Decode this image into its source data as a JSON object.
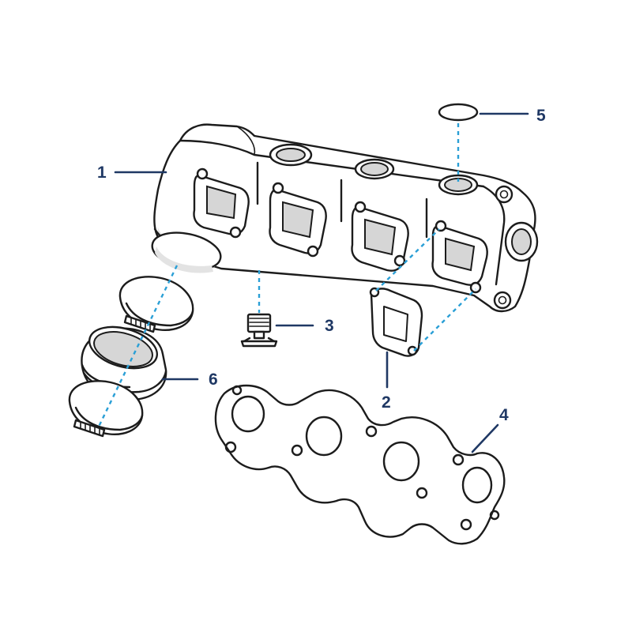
{
  "colors": {
    "callout": "#1f3864",
    "leader": "#1f3864",
    "assembly_guide": "#2a9fd6",
    "outline": "#1c1c1c",
    "shading": "#e3e3e3"
  },
  "callouts": [
    {
      "id": "1",
      "label": "1"
    },
    {
      "id": "2",
      "label": "2"
    },
    {
      "id": "3",
      "label": "3"
    },
    {
      "id": "4",
      "label": "4"
    },
    {
      "id": "5",
      "label": "5"
    },
    {
      "id": "6",
      "label": "6"
    }
  ],
  "icons": {
    "manifold": "exhaust-manifold-icon",
    "flange_gasket": "flange-gasket-icon",
    "drain_plug": "drain-plug-icon",
    "manifold_gasket": "manifold-gasket-icon",
    "o_ring": "o-ring-icon",
    "hose_clamp_set": "hose-clamp-set-icon"
  }
}
